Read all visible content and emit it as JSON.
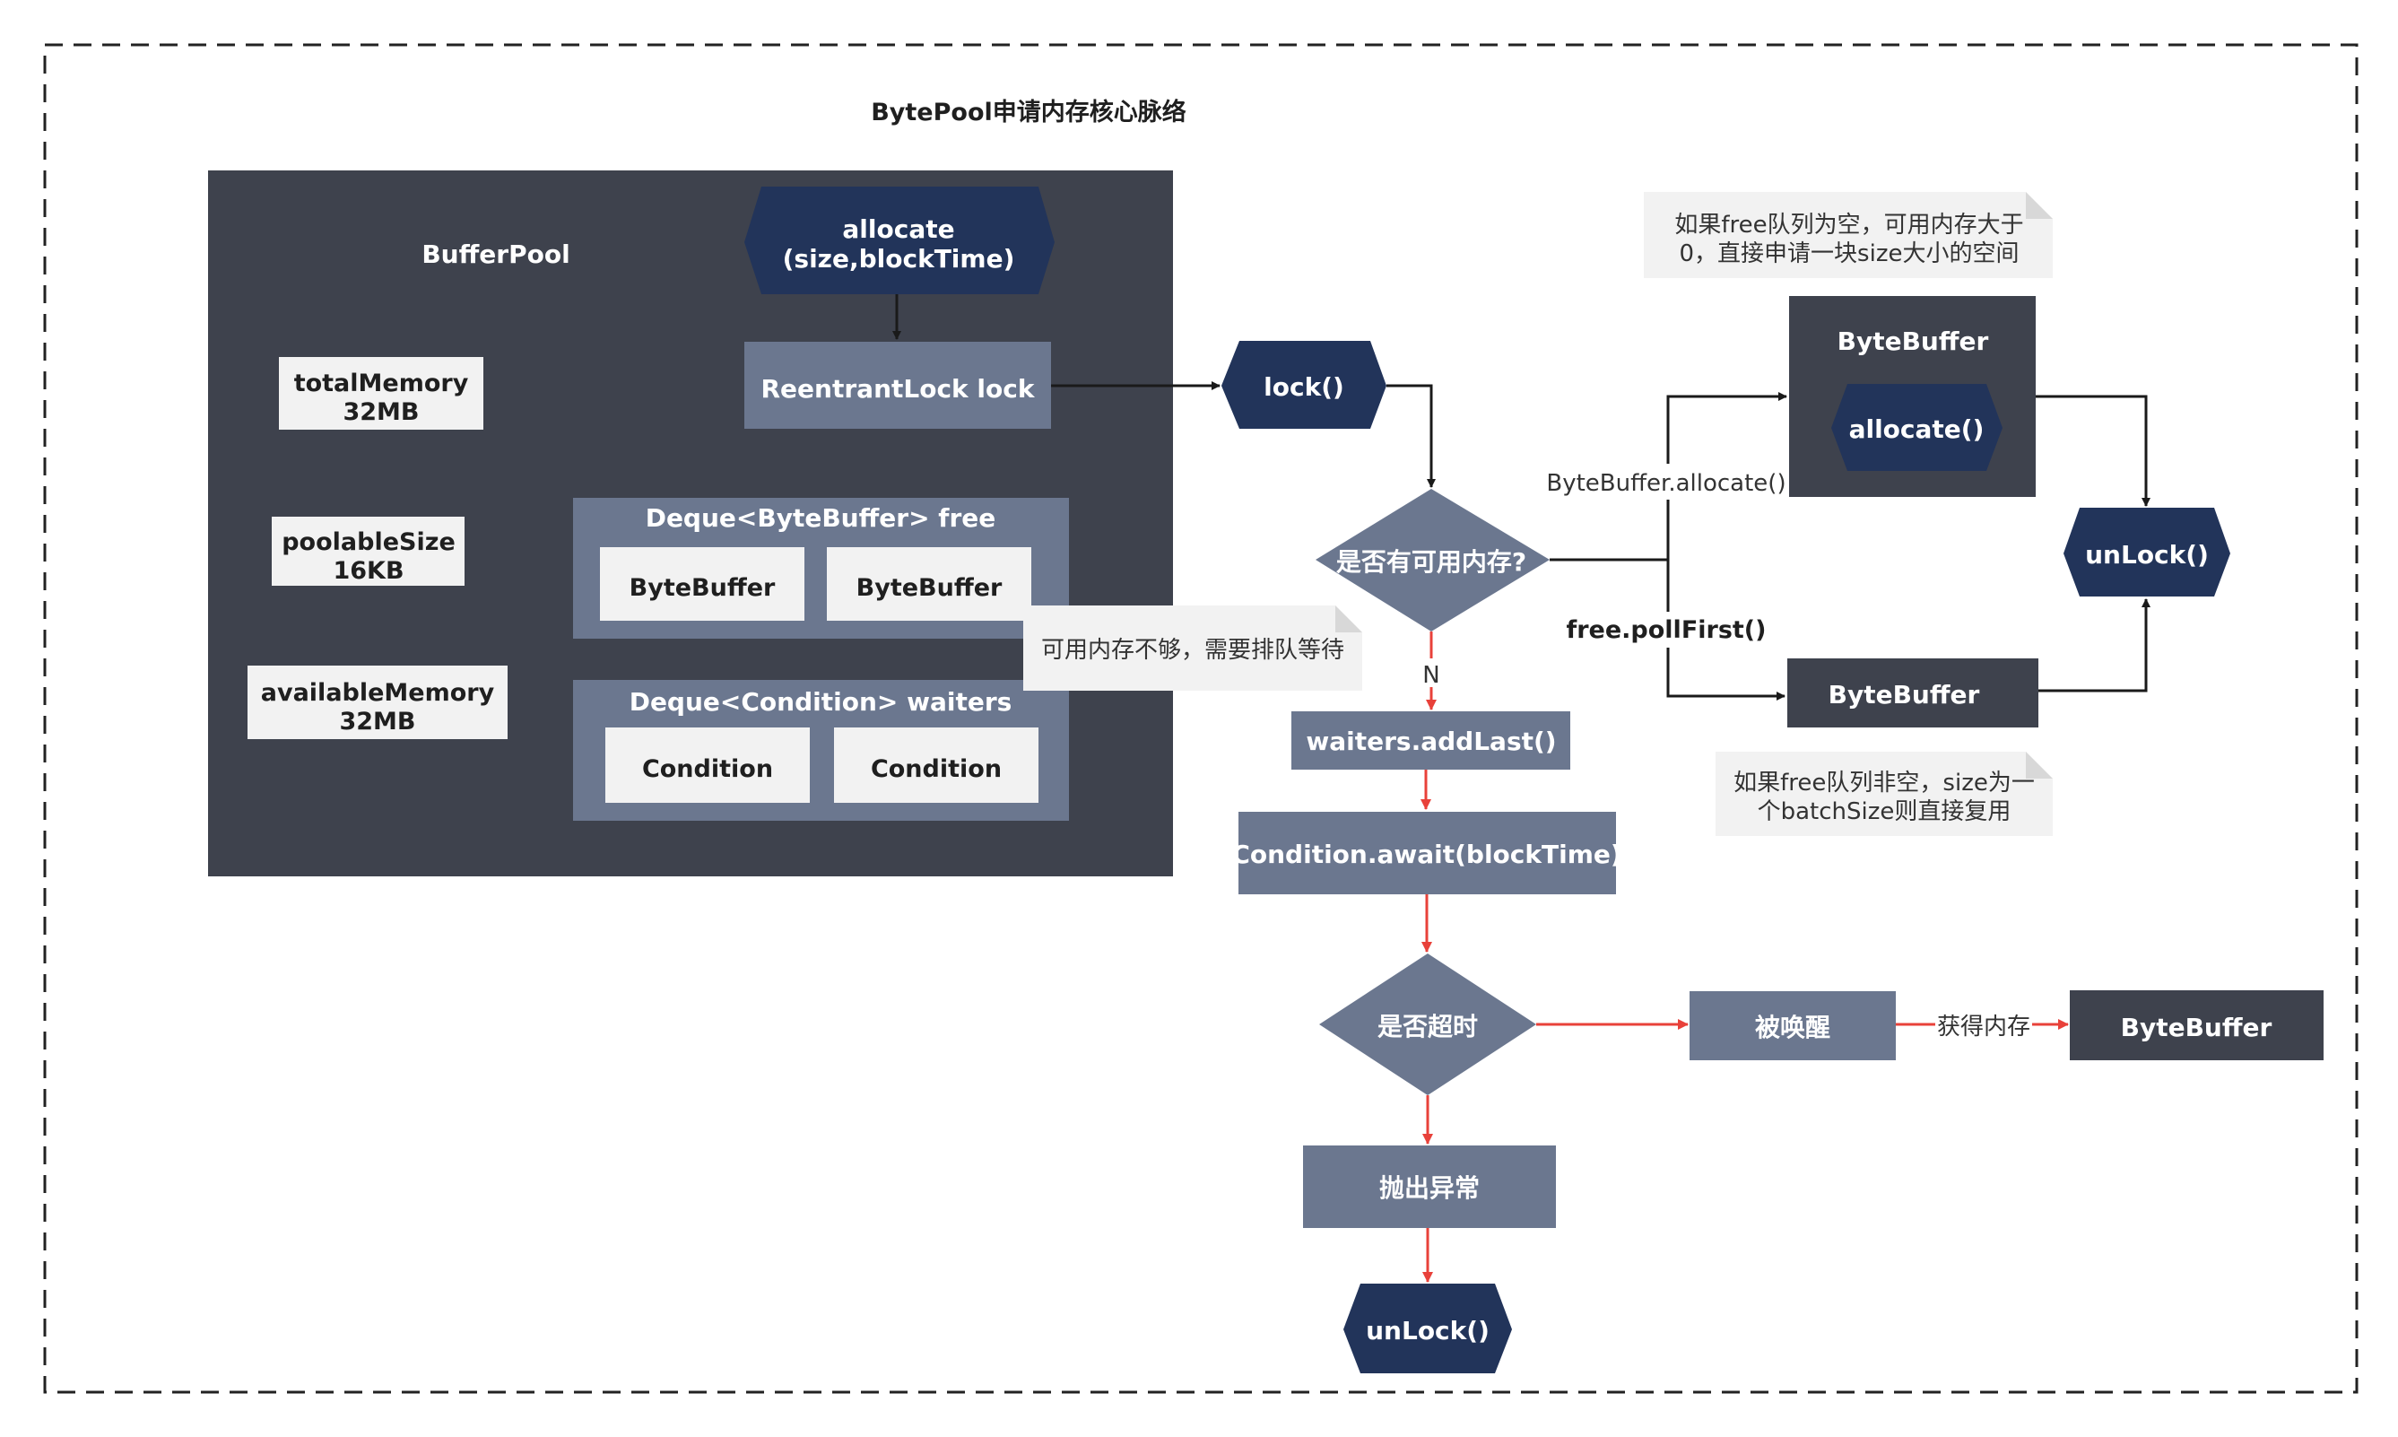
{
  "title": "BytePool申请内存核心脉络",
  "pool": {
    "title": "BufferPool",
    "allocate": [
      "allocate",
      "(size,blockTime)"
    ],
    "lock": "ReentrantLock lock",
    "total_memory": [
      "totalMemory",
      "32MB"
    ],
    "poolable_size": [
      "poolableSize",
      "16KB"
    ],
    "available_memory": [
      "availableMemory",
      "32MB"
    ],
    "free_deque": {
      "title": "Deque<ByteBuffer> free",
      "items": [
        "ByteBuffer",
        "ByteBuffer"
      ]
    },
    "waiters_deque": {
      "title": "Deque<Condition> waiters",
      "items": [
        "Condition",
        "Condition"
      ]
    }
  },
  "flow": {
    "lock_call": "lock()",
    "has_memory": "是否有可用内存?",
    "branch_allocate": "ByteBuffer.allocate()",
    "branch_poll": "free.pollFirst()",
    "bytebuffer_box": {
      "title": "ByteBuffer",
      "inner": "allocate()"
    },
    "bytebuffer_free": "ByteBuffer",
    "unlock_right": "unLock()",
    "no_label": "N",
    "add_last": "waiters.addLast()",
    "await": "Condition.await(blockTime)",
    "timeout": "是否超时",
    "woken": "被唤醒",
    "gain": "获得内存",
    "bytebuffer_final": "ByteBuffer",
    "throw": "抛出异常",
    "unlock_bottom": "unLock()"
  },
  "notes": {
    "not_enough": [
      "可用内存不够，需要排队等待"
    ],
    "empty_free": [
      "如果free队列为空，可用内存大于",
      "0，直接申请一块size大小的空间"
    ],
    "non_empty_free": [
      "如果free队列非空，size为一",
      "个batchSize则直接复用"
    ]
  },
  "colors": {
    "pool_bg": "#3e424d",
    "box": "#6b778f",
    "hexagon": "#22345a",
    "light": "#f2f2f2",
    "dark_box": "#3e424d",
    "red_arrow": "#e8413a",
    "black_arrow": "#1a1a1a"
  }
}
